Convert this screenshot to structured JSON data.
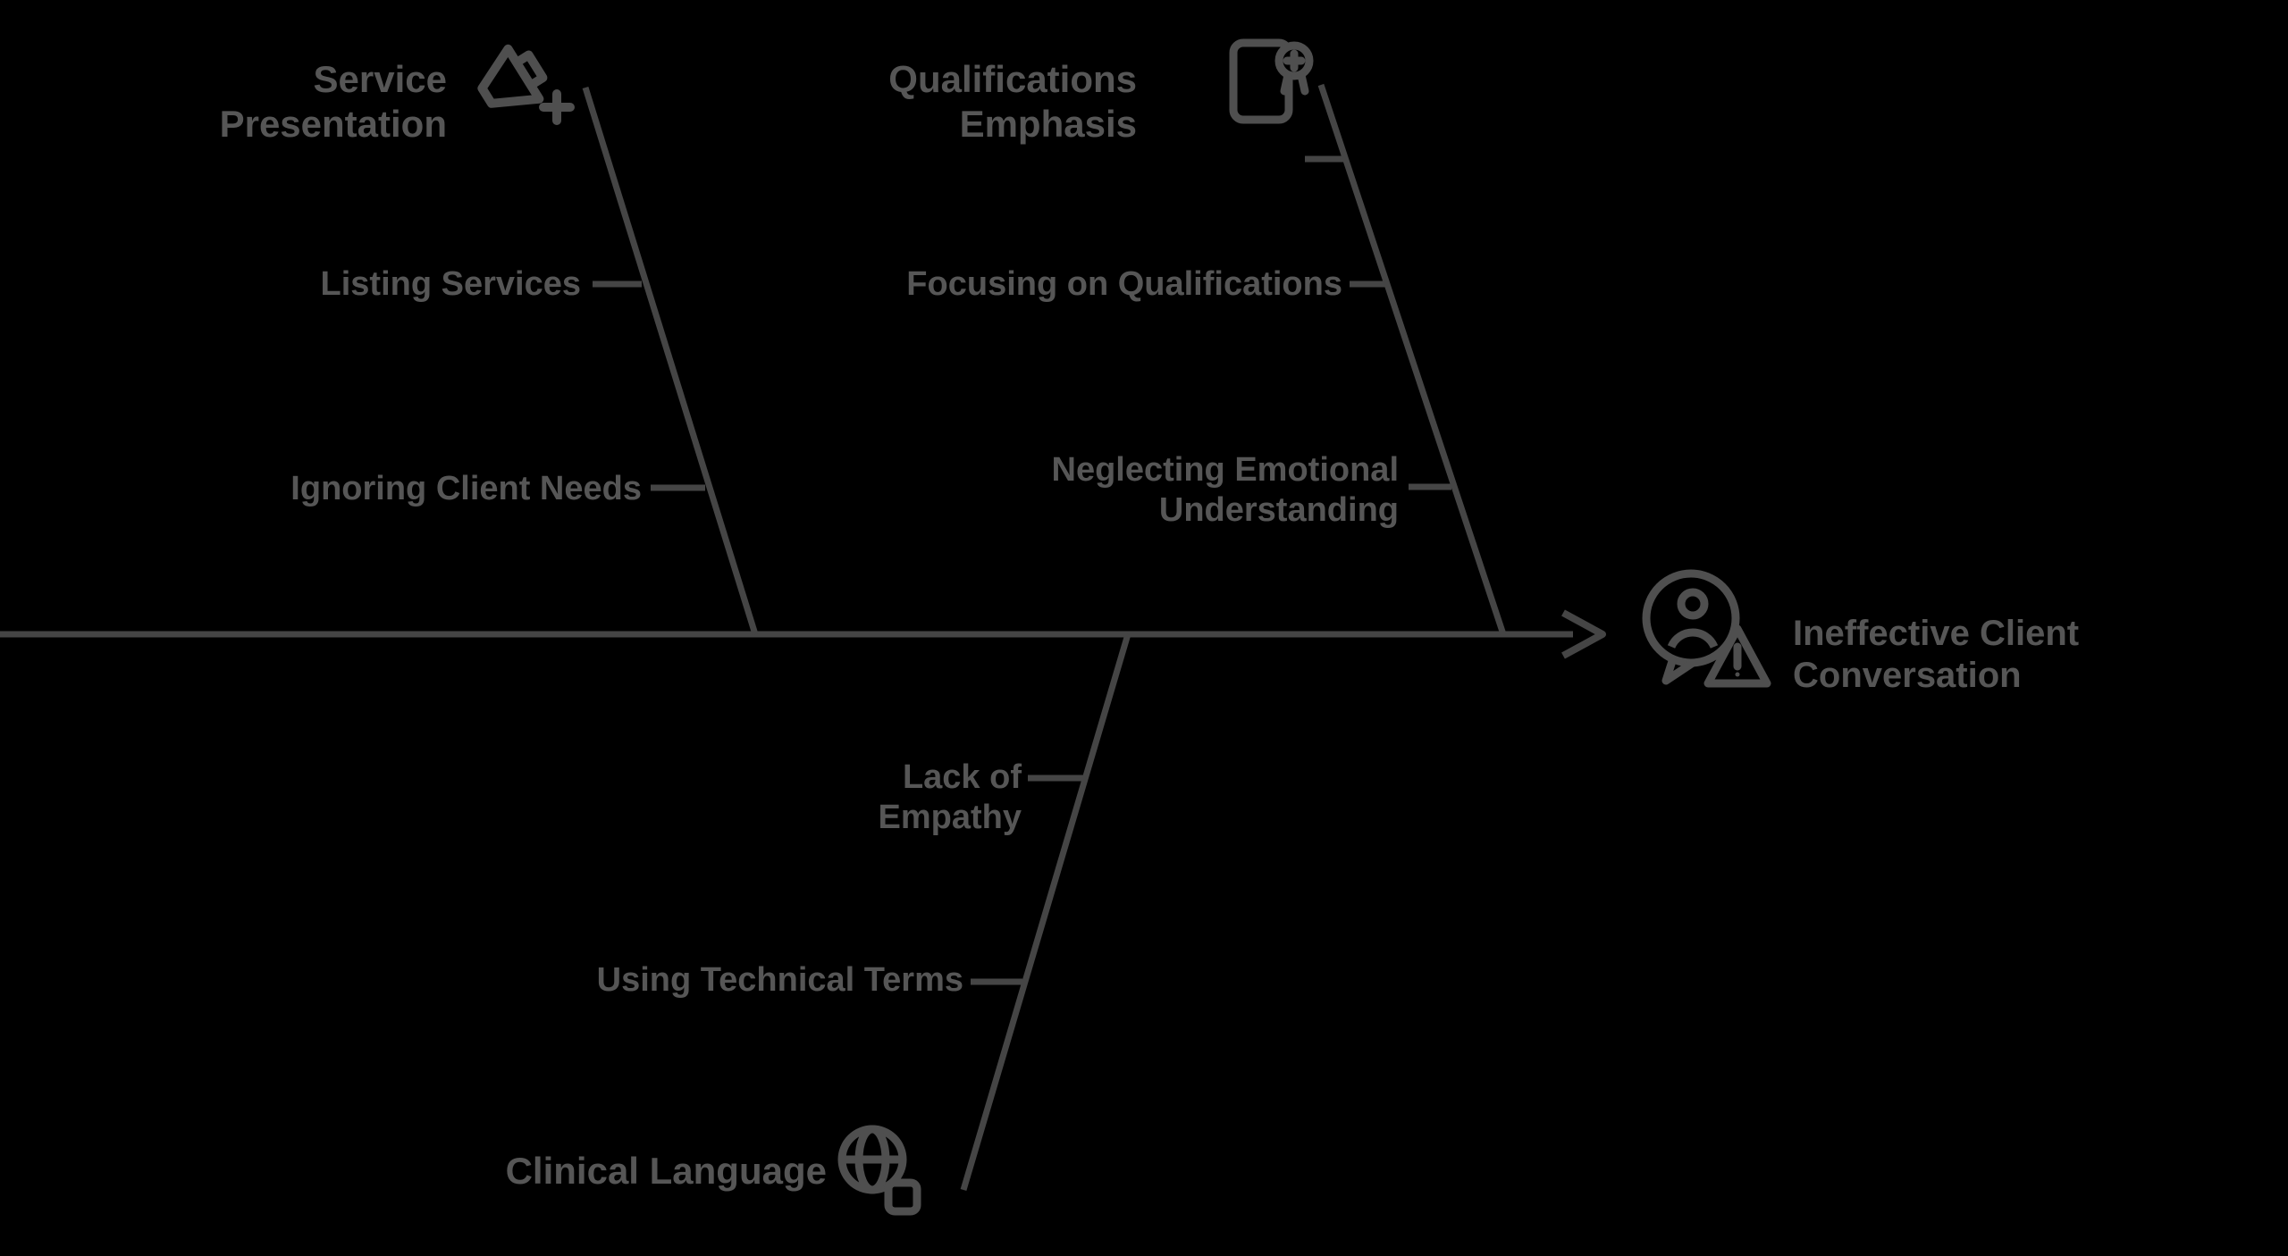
{
  "diagram": {
    "type": "fishbone-ishikawa",
    "colors": {
      "background": "#000000",
      "line": "#454545",
      "text": "#565656",
      "icon": "#4f4f4f"
    },
    "effect": {
      "label": "Ineffective Client Conversation",
      "icon": "person-speech-bubble-warning"
    },
    "categories": [
      {
        "label": "Service Presentation",
        "icon": "megaphone",
        "position": "top-left",
        "causes": [
          "Listing Services",
          "Ignoring Client Needs"
        ]
      },
      {
        "label": "Qualifications Emphasis",
        "icon": "certificate-badge",
        "position": "top-middle",
        "causes": [
          "Focusing on Qualifications",
          "Neglecting Emotional Understanding"
        ]
      },
      {
        "label": "Clinical Language",
        "icon": "language-globe",
        "position": "bottom",
        "causes": [
          "Lack of Empathy",
          "Using Technical Terms"
        ]
      }
    ]
  }
}
